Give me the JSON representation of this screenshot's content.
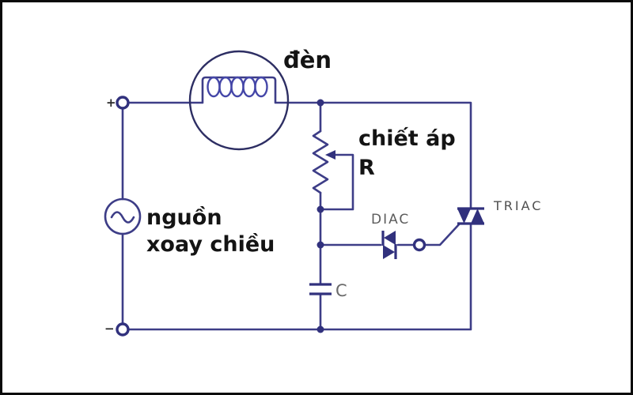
{
  "diagram": {
    "type": "circuit-schematic",
    "components": [
      {
        "id": "lamp",
        "label": "đèn"
      },
      {
        "id": "potentiometer",
        "label": "chiết áp",
        "ref": "R"
      },
      {
        "id": "diac",
        "label": "DIAC"
      },
      {
        "id": "triac",
        "label": "TRIAC"
      },
      {
        "id": "capacitor",
        "label": "C"
      },
      {
        "id": "ac-source",
        "label_line1": "nguồn",
        "label_line2": "xoay chiều"
      },
      {
        "id": "positive-terminal",
        "label": "+"
      },
      {
        "id": "negative-terminal",
        "label": "−"
      }
    ],
    "colors": {
      "wire": "#3d3d87",
      "component_fill": "#31317d",
      "lamp_outline": "#2d2e63",
      "coil": "#4547a8",
      "label_dark": "#141414",
      "label_gray": "#5c5c5c",
      "background": "#ffffff",
      "frame": "#0a0a0a"
    }
  }
}
